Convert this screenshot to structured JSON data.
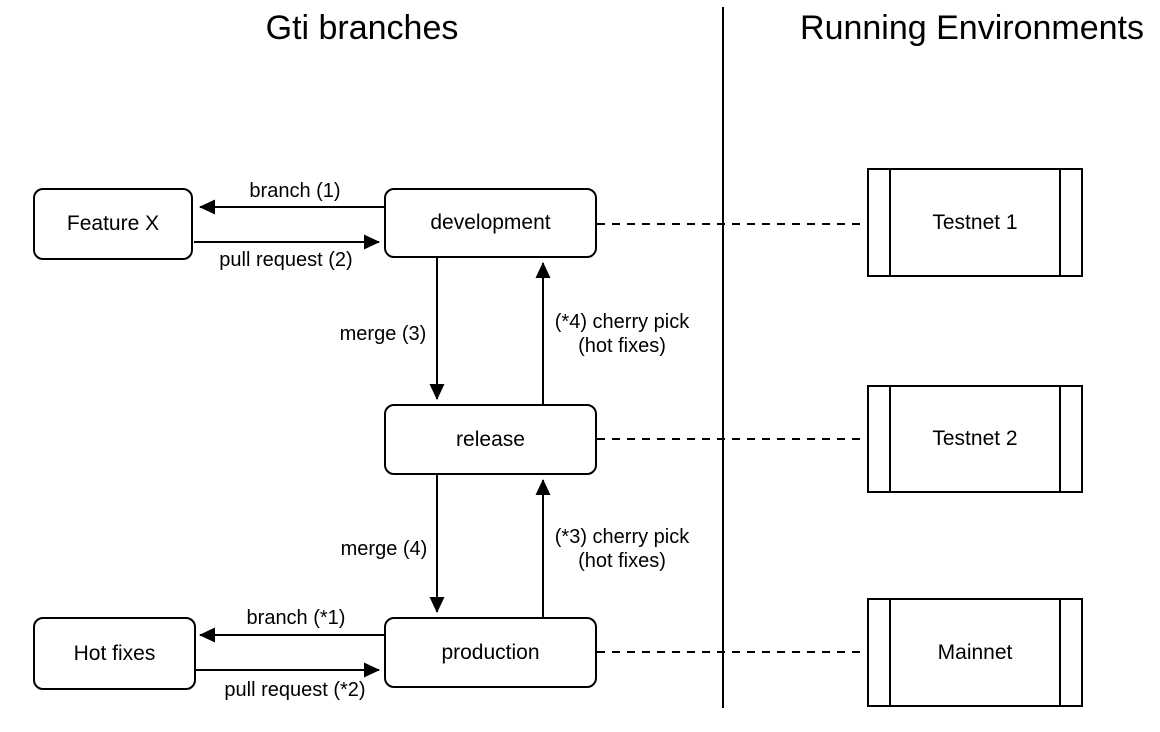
{
  "titles": {
    "left": "Gti branches",
    "right": "Running Environments"
  },
  "nodes": {
    "feature_x": "Feature X",
    "development": "development",
    "release": "release",
    "production": "production",
    "hot_fixes": "Hot fixes"
  },
  "environments": {
    "testnet1": "Testnet 1",
    "testnet2": "Testnet 2",
    "mainnet": "Mainnet"
  },
  "edge_labels": {
    "branch_1": "branch (1)",
    "pull_request_2": "pull request (2)",
    "merge_3": "merge (3)",
    "cherry_pick_4": {
      "line1": "(*4) cherry pick",
      "line2": "(hot fixes)"
    },
    "merge_4": "merge (4)",
    "cherry_pick_3": {
      "line1": "(*3) cherry pick",
      "line2": "(hot fixes)"
    },
    "branch_s1": "branch (*1)",
    "pull_request_s2": "pull request (*2)"
  },
  "colors": {
    "stroke": "#000000",
    "text": "#000000",
    "background": "#ffffff"
  }
}
